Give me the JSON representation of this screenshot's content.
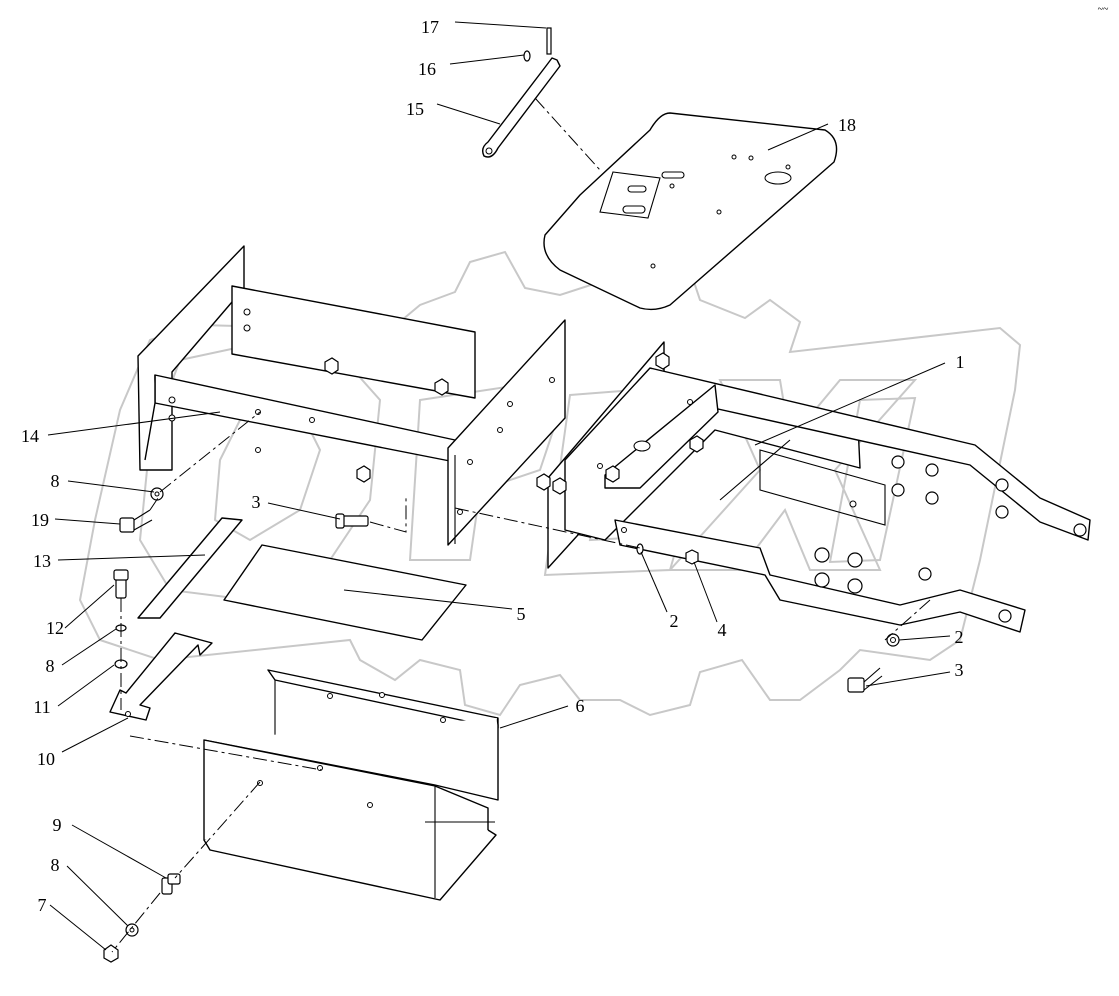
{
  "diagram": {
    "corner_mark": "~~",
    "callouts": [
      {
        "id": "c17",
        "label": "17"
      },
      {
        "id": "c16",
        "label": "16"
      },
      {
        "id": "c15",
        "label": "15"
      },
      {
        "id": "c18",
        "label": "18"
      },
      {
        "id": "c1",
        "label": "1"
      },
      {
        "id": "c14",
        "label": "14"
      },
      {
        "id": "c8a",
        "label": "8"
      },
      {
        "id": "c19",
        "label": "19"
      },
      {
        "id": "c3a",
        "label": "3"
      },
      {
        "id": "c13",
        "label": "13"
      },
      {
        "id": "c12",
        "label": "12"
      },
      {
        "id": "c8b",
        "label": "8"
      },
      {
        "id": "c11",
        "label": "11"
      },
      {
        "id": "c10",
        "label": "10"
      },
      {
        "id": "c5",
        "label": "5"
      },
      {
        "id": "c6",
        "label": "6"
      },
      {
        "id": "c2a",
        "label": "2"
      },
      {
        "id": "c4",
        "label": "4"
      },
      {
        "id": "c2b",
        "label": "2"
      },
      {
        "id": "c3b",
        "label": "3"
      },
      {
        "id": "c9",
        "label": "9"
      },
      {
        "id": "c8c",
        "label": "8"
      },
      {
        "id": "c7",
        "label": "7"
      }
    ]
  }
}
